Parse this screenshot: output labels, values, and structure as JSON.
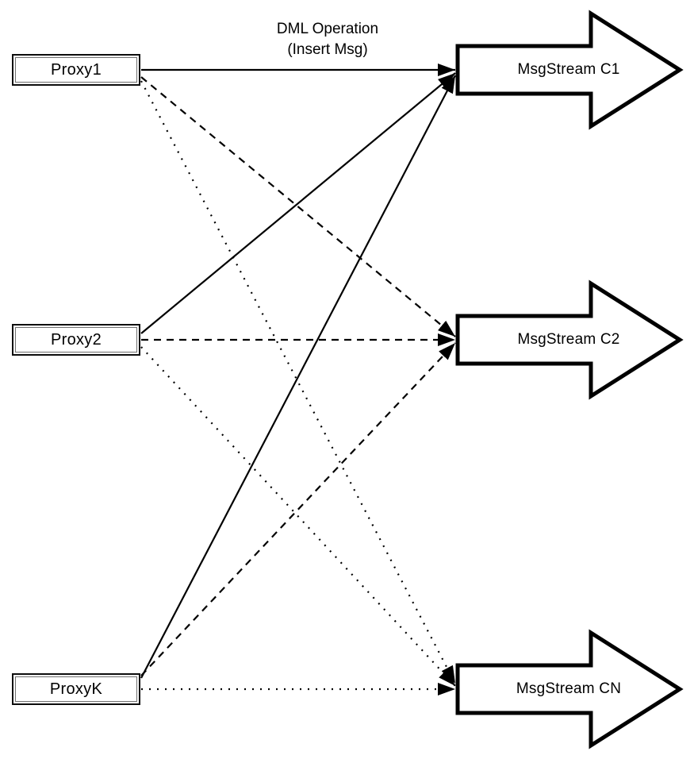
{
  "diagram": {
    "title": {
      "line1": "DML Operation",
      "line2": "(Insert Msg)"
    },
    "proxies": [
      {
        "id": "proxy1",
        "label": "Proxy1"
      },
      {
        "id": "proxy2",
        "label": "Proxy2"
      },
      {
        "id": "proxyK",
        "label": "ProxyK"
      }
    ],
    "streams": [
      {
        "id": "c1",
        "label": "MsgStream C1",
        "shape": "block-arrow-right"
      },
      {
        "id": "c2",
        "label": "MsgStream C2",
        "shape": "block-arrow-right"
      },
      {
        "id": "cn",
        "label": "MsgStream CN",
        "shape": "block-arrow-right"
      }
    ],
    "edges": [
      {
        "from": "Proxy1",
        "to": "MsgStream C1",
        "style": "solid",
        "label": "DML Operation (Insert Msg)"
      },
      {
        "from": "Proxy2",
        "to": "MsgStream C1",
        "style": "solid",
        "label": ""
      },
      {
        "from": "ProxyK",
        "to": "MsgStream C1",
        "style": "solid",
        "label": ""
      },
      {
        "from": "Proxy1",
        "to": "MsgStream C2",
        "style": "dashed",
        "label": ""
      },
      {
        "from": "Proxy2",
        "to": "MsgStream C2",
        "style": "dashed",
        "label": ""
      },
      {
        "from": "ProxyK",
        "to": "MsgStream C2",
        "style": "dashed",
        "label": ""
      },
      {
        "from": "Proxy1",
        "to": "MsgStream CN",
        "style": "dotted",
        "label": ""
      },
      {
        "from": "Proxy2",
        "to": "MsgStream CN",
        "style": "dotted",
        "label": ""
      },
      {
        "from": "ProxyK",
        "to": "MsgStream CN",
        "style": "dotted",
        "label": ""
      }
    ],
    "colors": {
      "stroke": "#000000",
      "fill": "#ffffff"
    }
  }
}
